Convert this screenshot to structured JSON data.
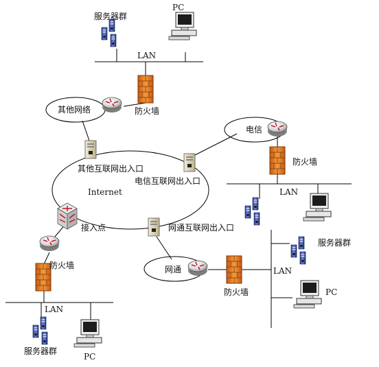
{
  "nodes": {
    "other_network": "其他网络",
    "internet": "Internet",
    "telecom": "电信",
    "unicom": "网通",
    "access_point": "接入点",
    "other_exit": "其他互联网出入口",
    "telecom_exit": "电信互联网出入口",
    "unicom_exit": "网通互联网出入口"
  },
  "labels": {
    "server_cluster": "服务器群",
    "pc": "PC",
    "lan": "LAN",
    "firewall": "防火墙"
  }
}
